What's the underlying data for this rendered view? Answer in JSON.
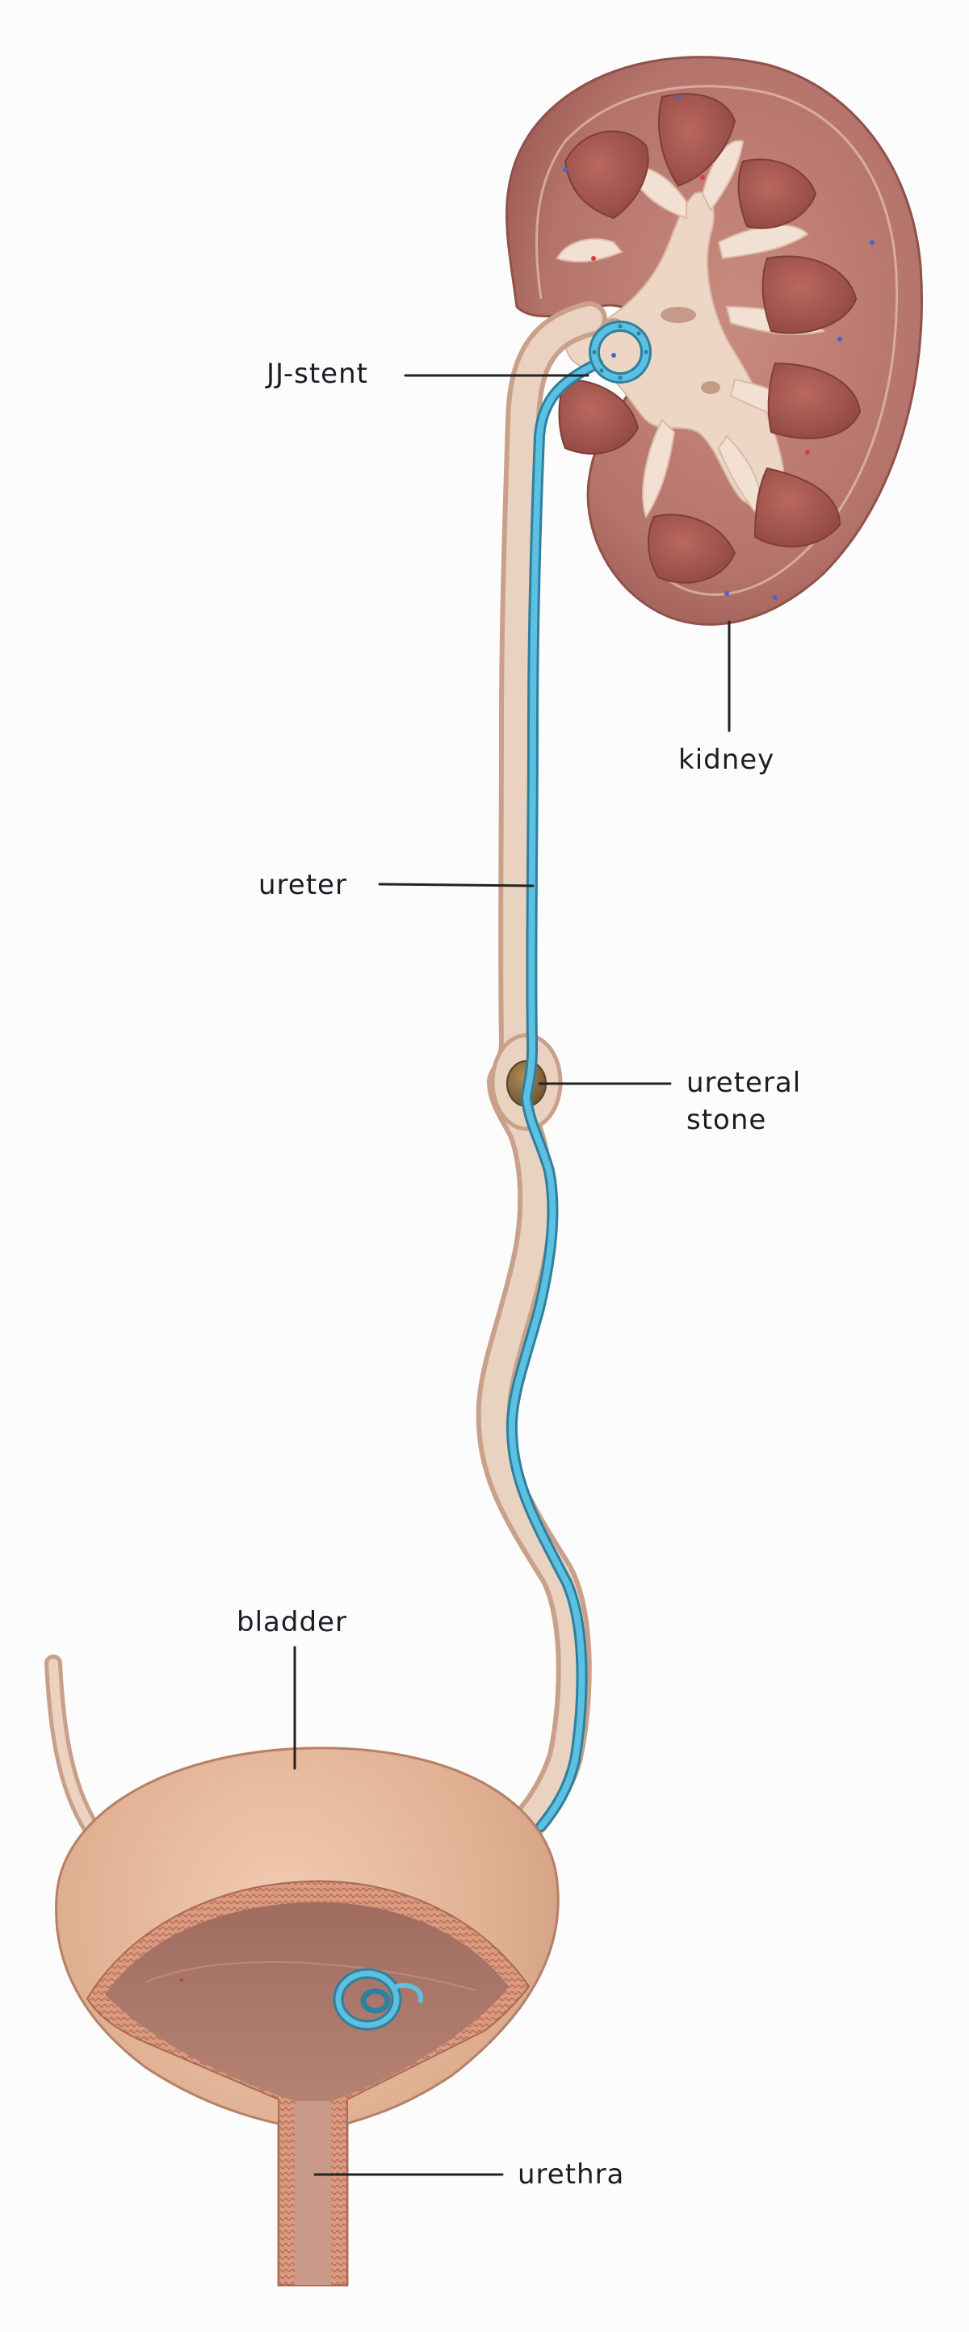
{
  "labels": {
    "jj_stent": "JJ-stent",
    "kidney": "kidney",
    "ureter": "ureter",
    "ureteral_stone_line1": "ureteral",
    "ureteral_stone_line2": "stone",
    "bladder": "bladder",
    "urethra": "urethra"
  },
  "colors": {
    "kidney_tissue": "#b8776f",
    "renal_pyramid": "#a3574f",
    "pelvis": "#edd6c6",
    "ureter": "#dfbba3",
    "stent": "#4aaed0",
    "stone": "#8c6a3e",
    "bladder": "#e2b394",
    "bladder_lumen": "#b98576",
    "leader_line": "#222222"
  }
}
